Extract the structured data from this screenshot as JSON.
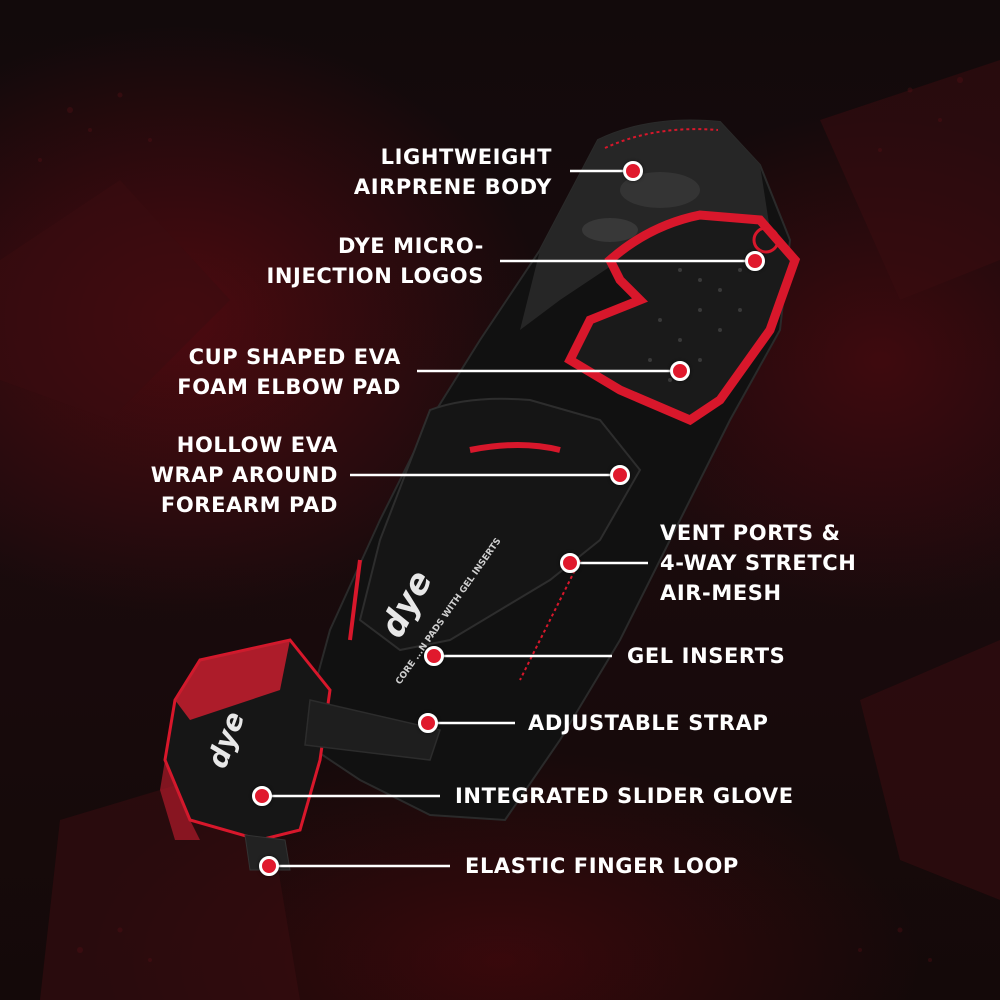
{
  "colors": {
    "accent_red": "#e0192d",
    "background": "#120a0b",
    "text": "#ffffff"
  },
  "product": {
    "brand_logo_text": "dye",
    "printed_strip_text": "CORE ...N PADS WITH GEL INSERTS"
  },
  "callouts": {
    "lightweight_body": {
      "line1": "LIGHTWEIGHT",
      "line2": "AIRPRENE BODY"
    },
    "micro_injection_logos": {
      "line1": "DYE MICRO-",
      "line2": "INJECTION LOGOS"
    },
    "elbow_pad": {
      "line1": "CUP SHAPED EVA",
      "line2": "FOAM ELBOW PAD"
    },
    "forearm_pad": {
      "line1": "HOLLOW EVA",
      "line2": "WRAP AROUND",
      "line3": "FOREARM PAD"
    },
    "vent_ports": {
      "line1": "VENT PORTS &",
      "line2": "4-WAY STRETCH",
      "line3": "AIR-MESH"
    },
    "gel_inserts": {
      "line1": "GEL INSERTS"
    },
    "adjustable_strap": {
      "line1": "ADJUSTABLE STRAP"
    },
    "slider_glove": {
      "line1": "INTEGRATED SLIDER GLOVE"
    },
    "finger_loop": {
      "line1": "ELASTIC FINGER LOOP"
    }
  }
}
